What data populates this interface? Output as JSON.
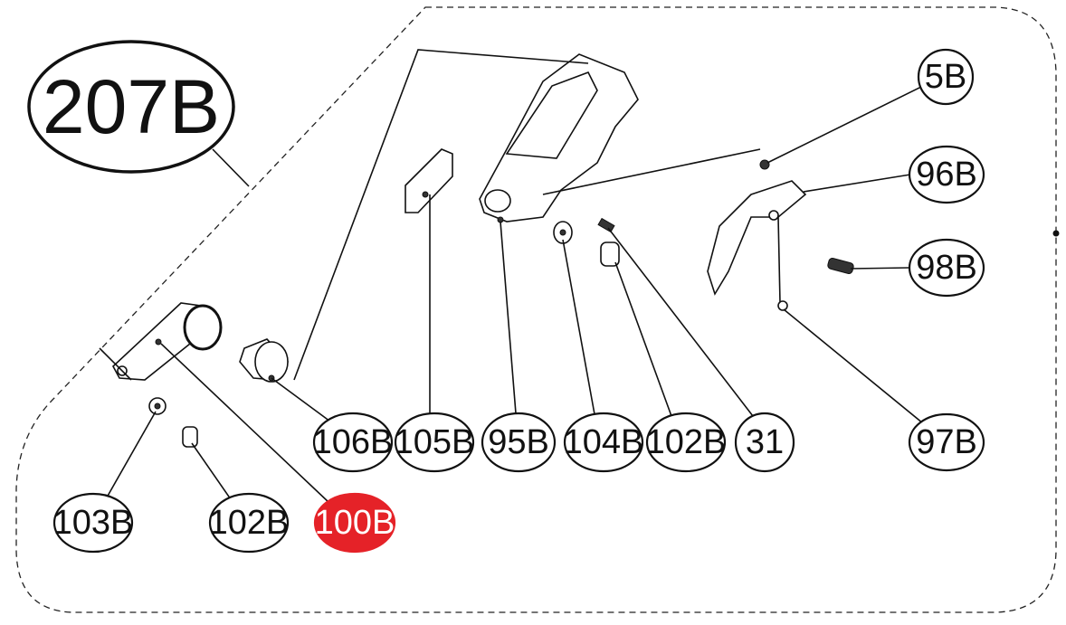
{
  "assembly_label": "207B",
  "highlight_color": "#e52228",
  "callouts": {
    "c5B": "5B",
    "c96B": "96B",
    "c98B": "98B",
    "c97B": "97B",
    "c106B": "106B",
    "c105B": "105B",
    "c95B": "95B",
    "c104B": "104B",
    "c102B_a": "102B",
    "c31": "31",
    "c103B": "103B",
    "c102B_b": "102B",
    "c100B": "100B"
  },
  "highlighted_part": "100B"
}
